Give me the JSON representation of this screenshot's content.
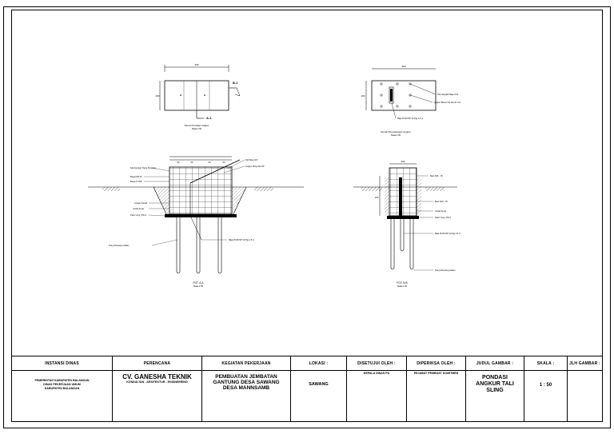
{
  "title_block": {
    "col1": {
      "header": "INSTANSI DINAS",
      "lines": [
        "PEMERINTAH KABUPATEN BALANGAN",
        "DINAS PEKERJAAN UMUM",
        "KABUPATEN BALANGAN"
      ]
    },
    "col2": {
      "header": "PERENCANA",
      "company": "CV. GANESHA TEKNIK",
      "subtitle": "KONSULTAN - ARSITEKTUR - ENGINEERING"
    },
    "col3": {
      "header": "KEGIATAN PEKERJAAN",
      "lines": [
        "PEMBUATAN JEMBATAN",
        "GANTUNG DESA SAWANG",
        "DESA MANNSAMB"
      ]
    },
    "col4": {
      "header": "LOKASI :",
      "value": "SAWANG"
    },
    "col5": {
      "header": "DISETUJUI OLEH :",
      "value": "KEPALA DINAS PU"
    },
    "col6": {
      "header": "DIPERIKSA OLEH :",
      "value": "PEJABAT PEMBUAT KOMITMEN"
    },
    "col7": {
      "header": "JUDUL GAMBAR :",
      "lines": [
        "PONDASI",
        "ANGKUR TALI",
        "SLING"
      ]
    },
    "col8": {
      "header": "SKALA :",
      "value": "1 : 50"
    },
    "col9": {
      "header": "JLH GAMBAR :",
      "value": ""
    }
  },
  "drawings": {
    "plan_left": {
      "dim_top": "300",
      "section_a": "A-1",
      "section_b": "B-1",
      "side_dim": "100",
      "caption": "Denah Pondasi Angkur",
      "scale": "Skala 1:50"
    },
    "plan_right": {
      "dim_top": "200",
      "side_dim": "100",
      "note1": "Plat Jangkar Baja t=10",
      "note2": "Angkur Beton Ulir dia 16 mm",
      "note3": "Baja Profil INP 10 Pjg 1,5 m",
      "caption": "Denah Pemasangan Angkur",
      "scale": "Skala 1:50"
    },
    "section_left": {
      "dims": [
        "50",
        "60",
        "60",
        "50"
      ],
      "notes_left": [
        "Sambungan Tiang Pancang",
        "Begel D8-15",
        "Beton K-225",
        "Urugan Tanah",
        "Lantai Kerja",
        "Pasir Urug t=5cm"
      ],
      "notes_right": [
        "Tali Sling 3/4\"",
        "Angkur Sling dia 3/4\""
      ],
      "note_bottom_left": "Tiang Pancang Galam",
      "note_bottom_right": "Baja Profil INP 10 Pjg 1,5 m",
      "caption": "POT. A-A",
      "scale": "Skala 1:50"
    },
    "section_right": {
      "dim_top": "200",
      "side_dim": "100",
      "notes_right": [
        "Besi D16 - 15",
        "Besi D16 - 15",
        "Lantai Kerja",
        "Pasir Urug t=5cm",
        "Baja Profil INP 10 Pjg 1,5 m",
        "Tiang Pancang Galam"
      ],
      "caption": "POT. B-B",
      "scale": "Skala 1:50"
    }
  }
}
